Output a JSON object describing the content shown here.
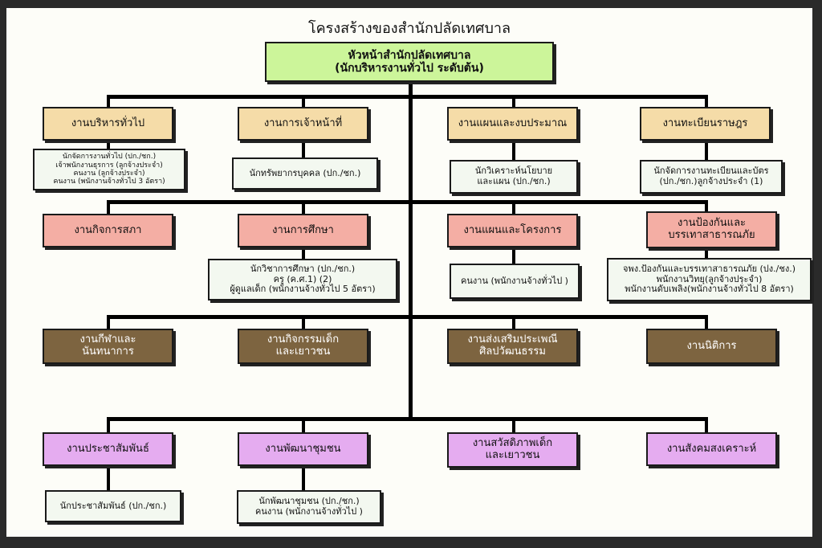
{
  "title": "โครงสร้างของสำนักปลัดเทศบาล",
  "head": {
    "line1": "หัวหน้าสำนักปลัดเทศบาล",
    "line2": "(นักบริหารงานทั่วไป  ระดับต้น)"
  },
  "row1": {
    "b1": "งานบริหารทั่วไป",
    "b2": "งานการเจ้าหน้าที่",
    "b3": "งานแผนและงบประมาณ",
    "b4": "งานทะเบียนราษฎร"
  },
  "row1_sub": {
    "s1": [
      "นักจัดการงานทั่วไป (ปก./ชก.)",
      "เจ้าพนักงานธุรการ (ลูกจ้างประจำ)",
      "คนงาน (ลูกจ้างประจำ)",
      "คนงาน (พนักงานจ้างทั่วไป 3 อัตรา)"
    ],
    "s2": [
      "นักทรัพยากรบุคคล (ปก./ชก.)"
    ],
    "s3": [
      "นักวิเคราะห์นโยบาย",
      "และแผน (ปก./ชก.)"
    ],
    "s4": [
      "นักจัดการงานทะเบียนและบัตร",
      "(ปก./ชก.)ลูกจ้างประจำ  (1)"
    ]
  },
  "row2": {
    "b1": "งานกิจการสภา",
    "b2": "งานการศึกษา",
    "b3": "งานแผนและโครงการ",
    "b4a": "งานป้องกันและ",
    "b4b": "บรรเทาสาธารณภัย"
  },
  "row2_sub": {
    "s2": [
      "นักวิชาการศึกษา (ปก./ชก.)",
      "ครู (ค.ศ.1) (2)",
      "ผู้ดูแลเด็ก (พนักงานจ้างทั่วไป 5 อัตรา)"
    ],
    "s3": [
      "คนงาน (พนักงานจ้างทั่วไป )"
    ],
    "s4": [
      "จพง.ป้องกันและบรรเทาสาธารณภัย (ปง./ชง.)",
      "พนักงานวิทยุ(ลูกจ้างประจำ)",
      "พนักงานดับเพลิง(พนักงานจ้างทั่วไป 8 อัตรา)"
    ]
  },
  "row3": {
    "b1a": "งานกีฬาและ",
    "b1b": "นันทนาการ",
    "b2a": "งานกิจกรรมเด็ก",
    "b2b": "และเยาวชน",
    "b3a": "งานส่งเสริมประเพณี",
    "b3b": "ศิลปวัฒนธรรม",
    "b4": "งานนิติการ"
  },
  "row4": {
    "b1": "งานประชาสัมพันธ์",
    "b2": "งานพัฒนาชุมชน",
    "b3a": "งานสวัสดิภาพเด็ก",
    "b3b": "และเยาวชน",
    "b4": "งานสังคมสงเคราะห์"
  },
  "row4_sub": {
    "s1": [
      "นักประชาสัมพันธ์ (ปก./ชก.)"
    ],
    "s2": [
      "นักพัฒนาชุมชน (ปก./ชก.)",
      "คนงาน (พนักงานจ้างทั่วไป )"
    ]
  },
  "colors": {
    "head": "#ccf59a",
    "tan": "#f5dca8",
    "pink": "#f4aea4",
    "brown": "#7d6440",
    "violet": "#e5acf0",
    "sub": "#f3f8f0"
  }
}
